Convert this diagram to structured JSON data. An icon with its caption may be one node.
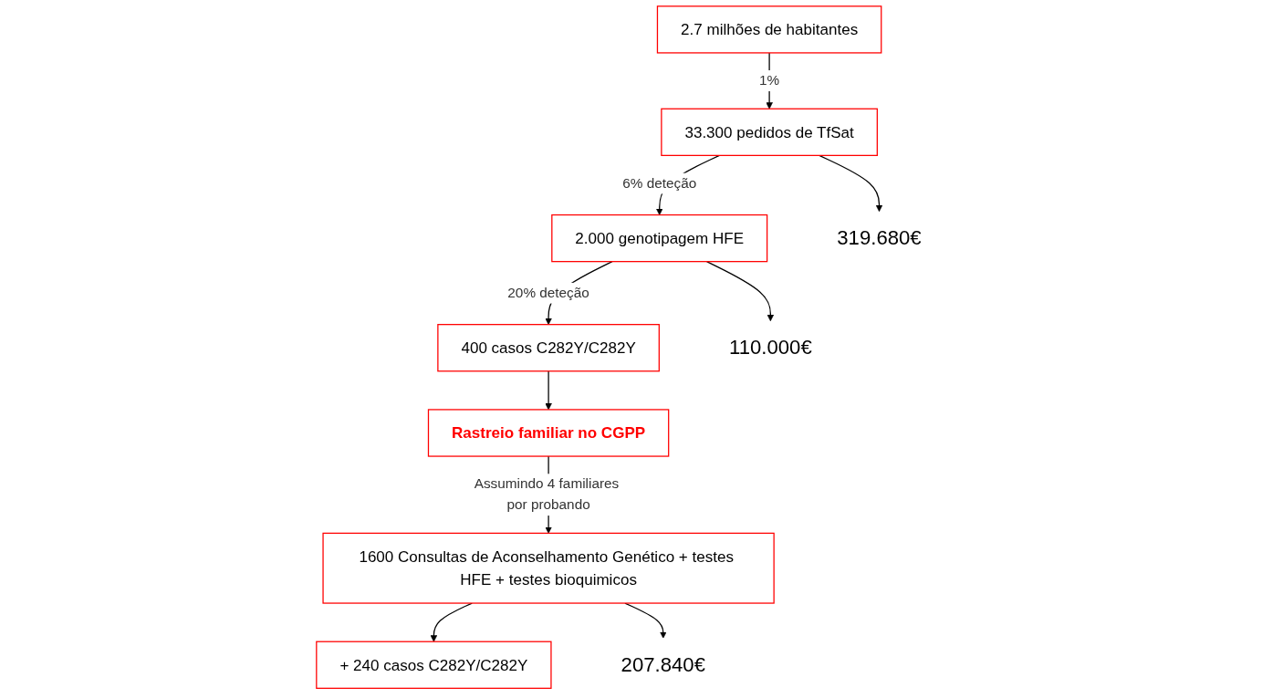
{
  "diagram": {
    "nodes": [
      {
        "text": [
          "2.7 milhões de habitantes"
        ]
      },
      {
        "text": [
          "33.300 pedidos de TfSat"
        ]
      },
      {
        "text": [
          "2.000 genotipagem HFE"
        ]
      },
      {
        "text": [
          "400 casos C282Y/C282Y"
        ]
      },
      {
        "text": [
          "Rastreio familiar no CGPP"
        ]
      },
      {
        "text": [
          "1600 Consultas de Aconselhamento Genético + testes HFE + testes bioquimicos"
        ]
      },
      {
        "text": [
          "+ 240 casos C282Y/C282Y"
        ]
      },
      {
        "text": [
          "319.680€"
        ]
      },
      {
        "text": [
          "110.000€"
        ]
      },
      {
        "text": [
          "207.840€"
        ]
      }
    ],
    "edges": [
      {
        "from": 0,
        "to": 1,
        "arrow": "to",
        "label": "1%"
      },
      {
        "from": 1,
        "to": 2,
        "arrow": "to",
        "label": "6% deteção"
      },
      {
        "from": 2,
        "to": 3,
        "arrow": "to",
        "label": "20% deteção"
      },
      {
        "from": 3,
        "to": 4,
        "arrow": "to"
      },
      {
        "from": 4,
        "to": 5,
        "arrow": "to",
        "label": "Assumindo 4 familiares por probando"
      },
      {
        "from": 5,
        "to": 6,
        "arrow": "to"
      },
      {
        "from": 1,
        "to": 7,
        "arrow": "to"
      },
      {
        "from": 2,
        "to": 8,
        "arrow": "to"
      },
      {
        "from": 5,
        "to": 9,
        "arrow": "to"
      }
    ]
  }
}
